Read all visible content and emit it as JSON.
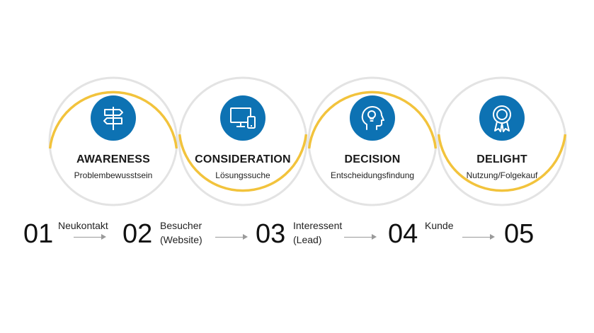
{
  "stages": [
    {
      "title": "AWARENESS",
      "subtitle": "Problembewusstsein",
      "icon": "signpost-icon"
    },
    {
      "title": "CONSIDERATION",
      "subtitle": "Lösungssuche",
      "icon": "devices-icon"
    },
    {
      "title": "DECISION",
      "subtitle": "Entscheidungsfindung",
      "icon": "head-lightbulb-icon"
    },
    {
      "title": "DELIGHT",
      "subtitle": "Nutzung/Folgekauf",
      "icon": "award-ribbon-icon"
    }
  ],
  "steps": [
    "01",
    "02",
    "03",
    "04",
    "05"
  ],
  "transitions": [
    {
      "line1": "Neukontakt",
      "line2": ""
    },
    {
      "line1": "Besucher",
      "line2": "(Website)"
    },
    {
      "line1": "Interessent",
      "line2": "(Lead)"
    },
    {
      "line1": "Kunde",
      "line2": ""
    }
  ],
  "colors": {
    "accent": "#f2c33c",
    "ring_base": "#e3e3e3",
    "icon_bg": "#0d72b3",
    "arrow": "#9a9a9a"
  }
}
